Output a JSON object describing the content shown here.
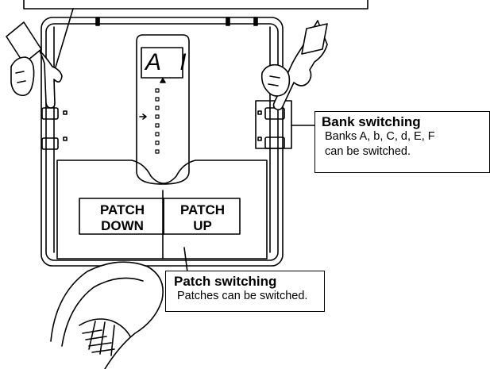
{
  "display": {
    "text": "A I"
  },
  "pedals": {
    "patch_down": [
      "PATCH",
      "DOWN"
    ],
    "patch_up": [
      "PATCH",
      "UP"
    ]
  },
  "callouts": {
    "bank": {
      "title": "Bank switching",
      "desc": [
        "Banks A, b, C, d, E, F",
        "can be switched."
      ]
    },
    "patch": {
      "title": "Patch switching",
      "desc": "Patches can be switched."
    }
  }
}
